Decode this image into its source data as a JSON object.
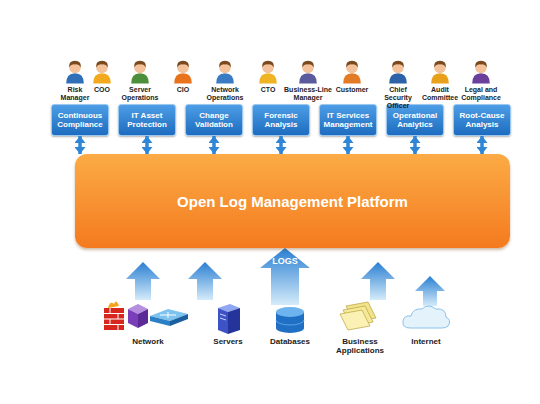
{
  "diagram": {
    "nodes": [
      {
        "text": [
          "Continuous Compliance"
        ]
      },
      {
        "text": [
          "IT Asset Protection"
        ]
      },
      {
        "text": [
          "Change Validation"
        ]
      },
      {
        "text": [
          "Forensic Analysis"
        ]
      },
      {
        "text": [
          "IT Services Management"
        ]
      },
      {
        "text": [
          "Operational Analytics"
        ]
      },
      {
        "text": [
          "Root-Cause Analysis"
        ]
      },
      {
        "text": [
          "Open Log Management Platform"
        ]
      }
    ],
    "edges": [
      {
        "from": 0,
        "to": 7,
        "arrow": "both"
      },
      {
        "from": 1,
        "to": 7,
        "arrow": "both"
      },
      {
        "from": 2,
        "to": 7,
        "arrow": "both"
      },
      {
        "from": 3,
        "to": 7,
        "arrow": "both"
      },
      {
        "from": 4,
        "to": 7,
        "arrow": "both"
      },
      {
        "from": 5,
        "to": 7,
        "arrow": "both"
      },
      {
        "from": 6,
        "to": 7,
        "arrow": "both"
      }
    ],
    "labels": [
      "Risk Manager",
      "COO",
      "Server Operations",
      "CIO",
      "Network Operations",
      "CTO",
      "Business-Line Manager",
      "Customer",
      "Chief Security Officer",
      "Audit Committee",
      "Legal and Compliance",
      "LOGS",
      "Network",
      "Servers",
      "Databases",
      "Business Applications",
      "Internet"
    ]
  }
}
